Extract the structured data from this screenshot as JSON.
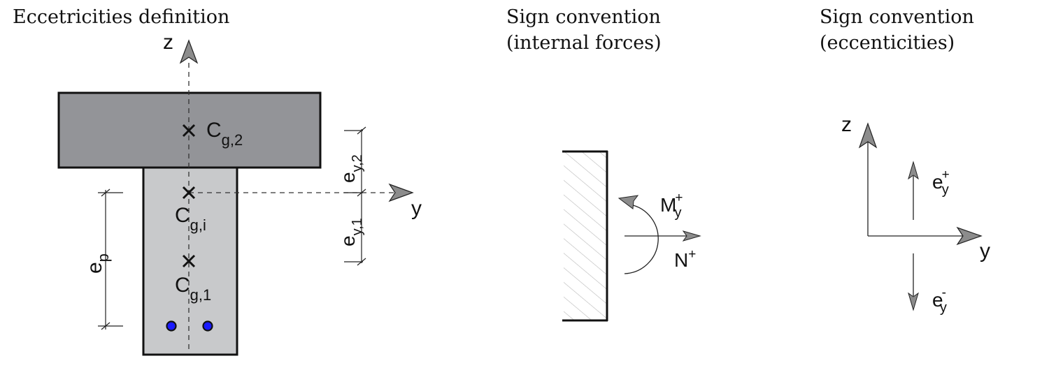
{
  "panels": {
    "eccentricities": {
      "title": "Eccetricities definition",
      "axis_z": "z",
      "axis_y": "y",
      "centroids": [
        {
          "base": "C",
          "sub": "g,2"
        },
        {
          "base": "C",
          "sub": "g,i"
        },
        {
          "base": "C",
          "sub": "g,1"
        }
      ],
      "dim_ey2": {
        "base": "e",
        "sub": "y,2"
      },
      "dim_ey1": {
        "base": "e",
        "sub": "y,1"
      },
      "dim_ep": {
        "base": "e",
        "sub": "p"
      }
    },
    "internal_forces": {
      "title_line1": "Sign convention",
      "title_line2": "(internal forces)",
      "moment": {
        "base": "M",
        "sub": "y",
        "sup": "+"
      },
      "normal": {
        "base": "N",
        "sup": "+"
      }
    },
    "eccentricity_signs": {
      "title_line1": "Sign convention",
      "title_line2": "(eccenticities)",
      "axis_z": "z",
      "axis_y": "y",
      "positive": {
        "base": "e",
        "sub": "y",
        "sup": "+"
      },
      "negative": {
        "base": "e",
        "sub": "y",
        "sup": "-"
      }
    }
  },
  "colors": {
    "flange": "#939498",
    "web": "#c8c9cb",
    "strand": "#1a1aff",
    "arrowhead": "#8c8c8c",
    "line": "#111111"
  }
}
